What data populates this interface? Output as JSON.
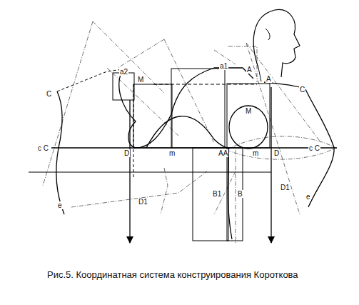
{
  "diagram": {
    "caption": "Рис.5. Координатная система конструирования Короткова",
    "labels": [
      "С",
      "а2",
      "М",
      "а1",
      "А",
      "А",
      "С",
      "М",
      "с С",
      "D",
      "m",
      "АА",
      "m",
      "D",
      "с С",
      "е",
      "D1",
      "В1",
      "В",
      "D1",
      "е"
    ]
  }
}
